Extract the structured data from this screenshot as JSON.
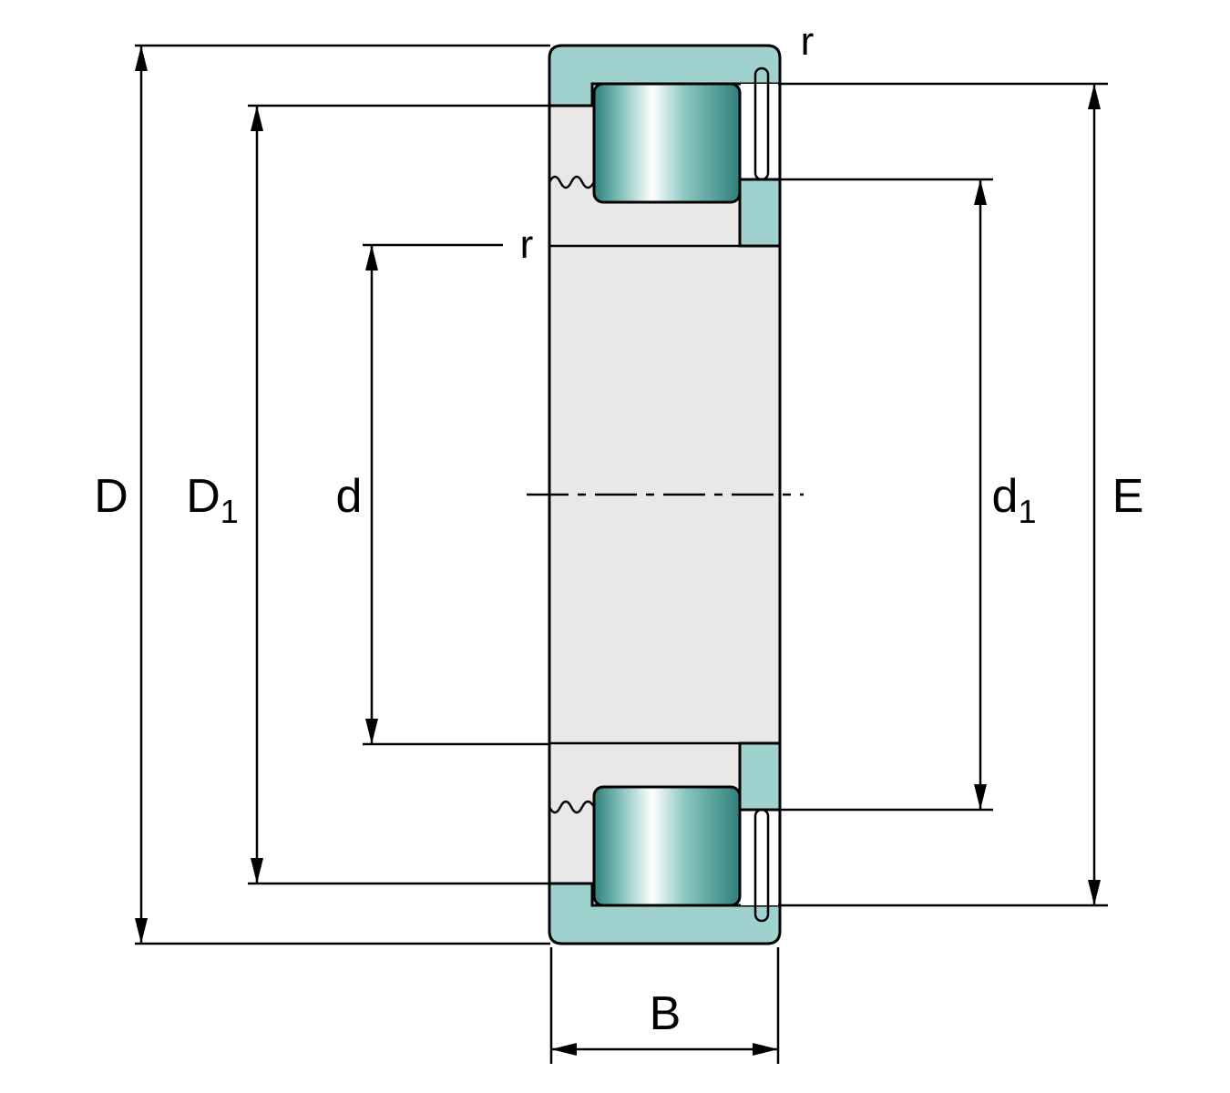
{
  "diagram": {
    "description": "Cross-section engineering drawing of a single-row cylindrical roller bearing with dimension callouts",
    "colors": {
      "ring_teal": "#9fd1ce",
      "roller_dark": "#2e7f7a",
      "roller_mid": "#8cc7c2",
      "roller_highlight": "#ffffff",
      "body_gray": "#e8e8e8",
      "pin_gray": "#e2e2e2",
      "pocket_white": "#ffffff",
      "outline_black": "#000000"
    },
    "dimensions": {
      "D": {
        "main": "D",
        "sub": ""
      },
      "D1": {
        "main": "D",
        "sub": "1"
      },
      "d": {
        "main": "d",
        "sub": ""
      },
      "d1": {
        "main": "d",
        "sub": "1"
      },
      "E": {
        "main": "E",
        "sub": ""
      },
      "B": {
        "main": "B",
        "sub": ""
      },
      "r_outer_ring": {
        "main": "r",
        "sub": ""
      },
      "r_inner_ring": {
        "main": "r",
        "sub": ""
      }
    }
  }
}
